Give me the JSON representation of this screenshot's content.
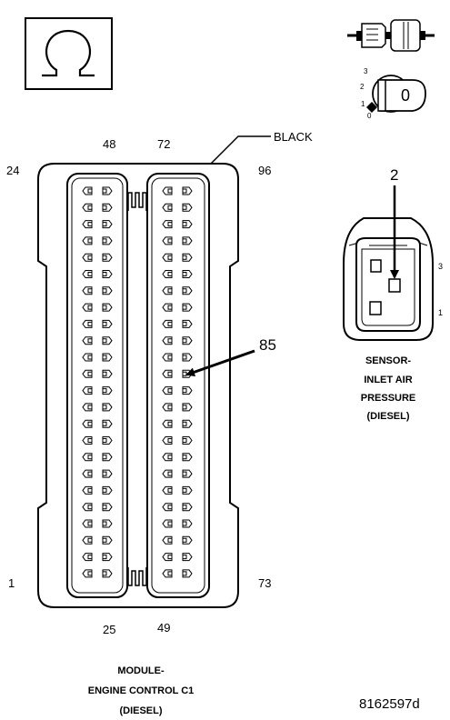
{
  "icons": {
    "ohmmeter": "ohm-symbol-icon",
    "connector_probe": "connector-probe-icon",
    "ignition_key": "ignition-key-icon"
  },
  "ignition": {
    "positions": [
      "3",
      "2",
      "1",
      "0"
    ],
    "key_label": "0"
  },
  "ecm_connector": {
    "color_label": "BLACK",
    "pins": {
      "top_left_corner": "24",
      "top_col_a": "48",
      "top_col_b": "72",
      "top_right_corner": "96",
      "bottom_left_corner": "1",
      "bottom_col_a": "25",
      "bottom_col_b": "49",
      "bottom_right_corner": "73"
    },
    "callout_pin": "85",
    "title_lines": [
      "MODULE-",
      "ENGINE CONTROL C1",
      "(DIESEL)"
    ]
  },
  "sensor_connector": {
    "callout_pin": "2",
    "side_pins": [
      "3",
      "1"
    ],
    "title_lines": [
      "SENSOR-",
      "INLET AIR",
      "PRESSURE",
      "(DIESEL)"
    ]
  },
  "figure_id": "8162597d"
}
